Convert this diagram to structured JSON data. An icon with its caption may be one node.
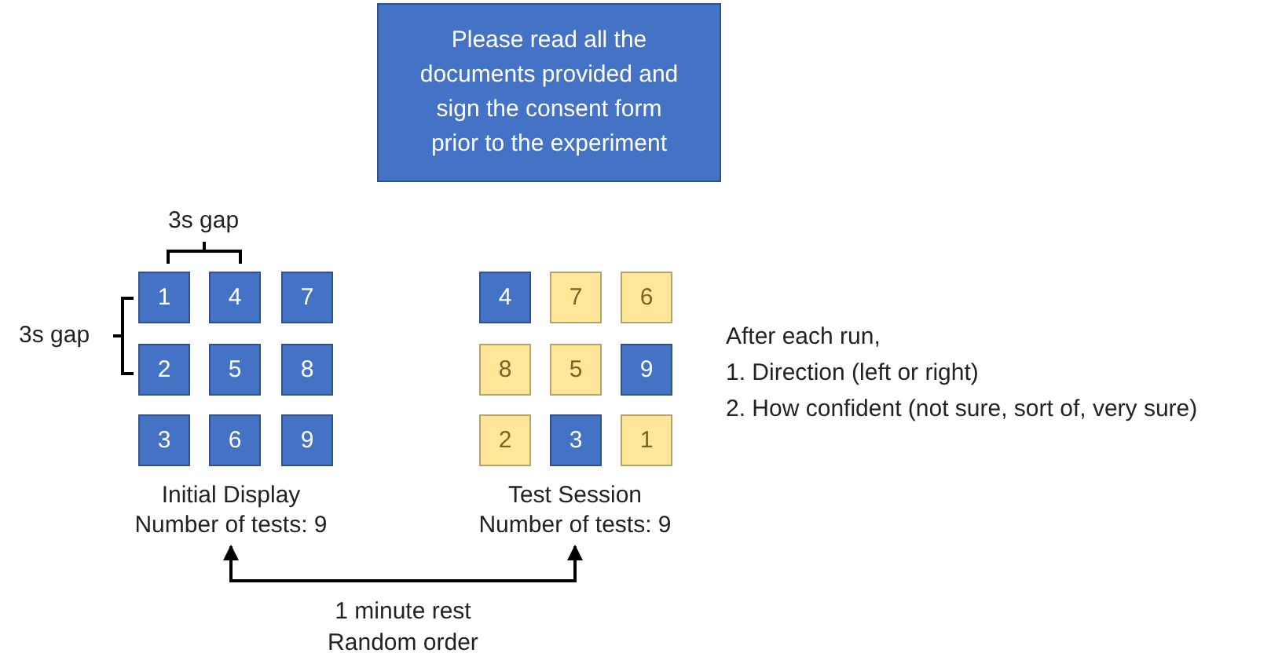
{
  "diagram": {
    "nodes": [
      {
        "text": [
          "Please read all the documents provided and sign the consent form prior to the experiment"
        ]
      },
      {
        "text": [
          "1"
        ]
      },
      {
        "text": [
          "4"
        ]
      },
      {
        "text": [
          "7"
        ]
      },
      {
        "text": [
          "2"
        ]
      },
      {
        "text": [
          "5"
        ]
      },
      {
        "text": [
          "8"
        ]
      },
      {
        "text": [
          "3"
        ]
      },
      {
        "text": [
          "6"
        ]
      },
      {
        "text": [
          "9"
        ]
      },
      {
        "text": [
          "Initial Display",
          "Number of tests: 9"
        ]
      },
      {
        "text": [
          "4"
        ]
      },
      {
        "text": [
          "7"
        ]
      },
      {
        "text": [
          "6"
        ]
      },
      {
        "text": [
          "8"
        ]
      },
      {
        "text": [
          "5"
        ]
      },
      {
        "text": [
          "9"
        ]
      },
      {
        "text": [
          "2"
        ]
      },
      {
        "text": [
          "3"
        ]
      },
      {
        "text": [
          "1"
        ]
      },
      {
        "text": [
          "Test Session",
          "Number of tests: 9"
        ]
      }
    ],
    "edges": [
      {
        "from": 10,
        "to": 20,
        "arrow": "both",
        "label": "1 minute rest Random order"
      }
    ],
    "labels": [
      "3s gap",
      "3s gap",
      "After each run,",
      "1. Direction (left or right)",
      "2. How confident (not sure, sort of, very sure)"
    ]
  }
}
